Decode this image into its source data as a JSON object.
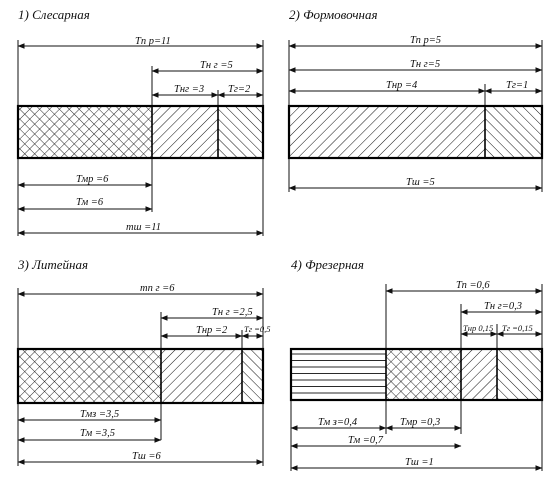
{
  "colors": {
    "ink": "#111111",
    "background": "#ffffff"
  },
  "panels": [
    {
      "id": "slesarnaya",
      "title": "1) Слесарная",
      "dims": {
        "total_top": "Tп р=11",
        "top_sub": "Тн г =5",
        "seg_a": "Тнг =3",
        "seg_b": "Тг=2",
        "below_1": "Тмр =6",
        "below_2": "Тм =6",
        "bottom": "тш =11"
      }
    },
    {
      "id": "formovochnaya",
      "title": "2) Формовочная",
      "dims": {
        "total_top": "Тп р=5",
        "top_2": "Тн г=5",
        "seg_a": "Тнр =4",
        "seg_b": "Тг=1",
        "bottom": "Тш =5"
      }
    },
    {
      "id": "liteynaya",
      "title": "3) Литейная",
      "dims": {
        "total_top": "тп г =6",
        "top_sub": "Тн г =2,5",
        "seg_a": "Тнр =2",
        "seg_b": "Тг =0,5",
        "below_1": "Тмз =3,5",
        "below_2": "Тм =3,5",
        "bottom": "Тш =6"
      }
    },
    {
      "id": "frezernaya",
      "title": "4) Фрезерная",
      "dims": {
        "total_top": "Тп =0,6",
        "top_sub": "Тн г=0,3",
        "seg_a": "Тнр 0,15",
        "seg_b": "Тг =0,15",
        "below_1a": "Тм з=0,4",
        "below_1b": "Тмр =0,3",
        "below_2": "Тм =0,7",
        "bottom": "Тш =1"
      }
    }
  ]
}
